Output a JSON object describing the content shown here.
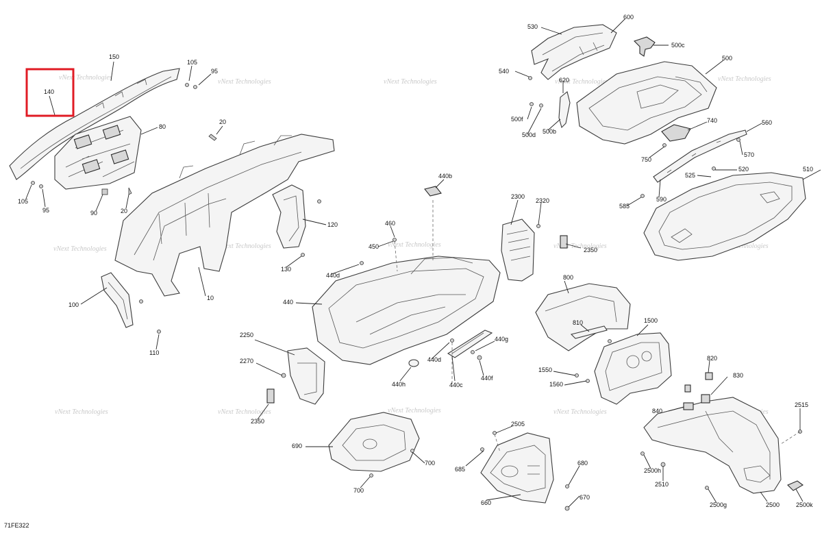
{
  "diagram_code": "71FE322",
  "watermark_text": "vNext Technologies",
  "highlight": {
    "label": "140",
    "color": "#e01b24"
  },
  "callouts": {
    "c10": "10",
    "c20a": "20",
    "c20b": "20",
    "c80": "80",
    "c90": "90",
    "c95a": "95",
    "c95b": "95",
    "c100": "100",
    "c105a": "105",
    "c105b": "105",
    "c110": "110",
    "c120": "120",
    "c130": "130",
    "c140": "140",
    "c150": "150",
    "c440": "440",
    "c440b": "440b",
    "c440c": "440c",
    "c440d_a": "440d",
    "c440d_b": "440d",
    "c440f": "440f",
    "c440g": "440g",
    "c440h": "440h",
    "c450": "450",
    "c460": "460",
    "c500": "500",
    "c500b": "500b",
    "c500c": "500c",
    "c500d": "500d",
    "c500f": "500f",
    "c510": "510",
    "c520": "520",
    "c525": "525",
    "c530": "530",
    "c540": "540",
    "c560": "560",
    "c570": "570",
    "c585": "585",
    "c590": "590",
    "c600": "600",
    "c620": "620",
    "c660": "660",
    "c670": "670",
    "c680": "680",
    "c685": "685",
    "c690": "690",
    "c700a": "700",
    "c700b": "700",
    "c740": "740",
    "c750": "750",
    "c800": "800",
    "c810": "810",
    "c820": "820",
    "c830": "830",
    "c840": "840",
    "c1500": "1500",
    "c1550": "1550",
    "c1560": "1560",
    "c2250": "2250",
    "c2270": "2270",
    "c2300": "2300",
    "c2320": "2320",
    "c2350a": "2350",
    "c2350b": "2350",
    "c2500": "2500",
    "c2500g": "2500g",
    "c2500h": "2500h",
    "c2500k": "2500k",
    "c2505": "2505",
    "c2510": "2510",
    "c2515": "2515"
  }
}
